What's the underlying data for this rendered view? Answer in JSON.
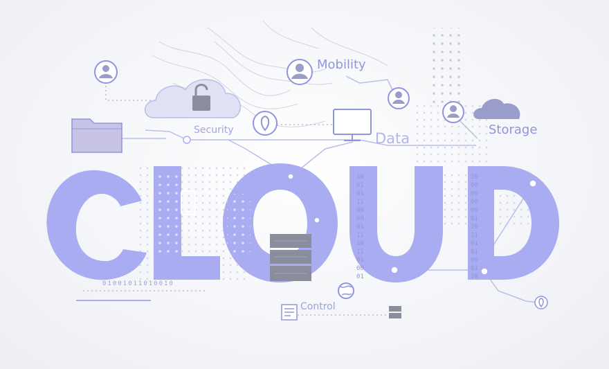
{
  "headline": "CLOUD",
  "labels": {
    "mobility": "Mobility",
    "security": "Security",
    "data": "Data",
    "storage": "Storage",
    "control": "Control"
  },
  "binary": {
    "col1": [
      "10",
      "01",
      "01",
      "11",
      "00",
      "00",
      "01",
      "11",
      "10",
      "11",
      "01",
      "00",
      "01"
    ],
    "col2": [
      "10",
      "00",
      "00",
      "00",
      "00",
      "01",
      "10",
      "11",
      "01",
      "01",
      "00",
      "01",
      "10"
    ],
    "row": "01001011010010"
  },
  "colors": {
    "letters": "#a9acf0",
    "accent": "#8f95dc",
    "server": "#8a8d9c",
    "icon_fill": "#c9cbe0"
  },
  "icons": [
    "user-icon",
    "cloud-lock-icon",
    "location-pin-icon",
    "monitor-icon",
    "smartphone-icon",
    "server-icon",
    "document-icon",
    "globe-icon",
    "cloud-icon"
  ]
}
